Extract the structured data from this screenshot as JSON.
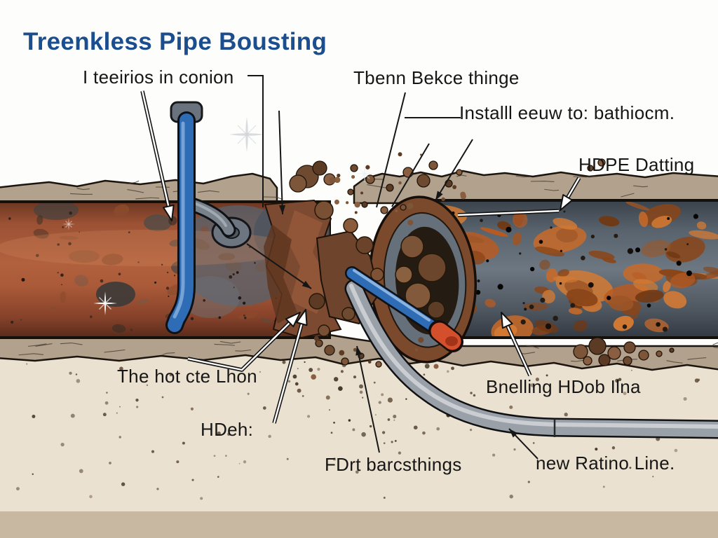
{
  "diagram": {
    "title": "Treenkless Pipe Bousting",
    "labels": {
      "cap": "I teeirios in conion",
      "burst": "Tbenn Bekce thinge",
      "install": "Installl eeuw to: bathiocm.",
      "hdpe": "HDPE Datting",
      "host": "The hot cte Lhon",
      "hdeh": "HDeh:",
      "fdrt": "FDrt barcsthings",
      "bursting_head": "Bnelling HDob Ilna",
      "new_line": "new Ratino Line."
    },
    "colors": {
      "title_blue": "#1b4e8e",
      "label_ink": "#161616",
      "sky_white": "#fdfdfc",
      "soil_tan": "#b1a18d",
      "ground_cream": "#ebe1d0",
      "footer_band": "#c9b8a1",
      "old_pipe_rust": "#ae5c3a",
      "steel_gray": "#6d7781",
      "rust_orange": "#c2601f",
      "hdpe_gray": "#9aa0a7",
      "cable_blue": "#2e6cb5",
      "bursting_tip_red": "#d4502c"
    }
  }
}
